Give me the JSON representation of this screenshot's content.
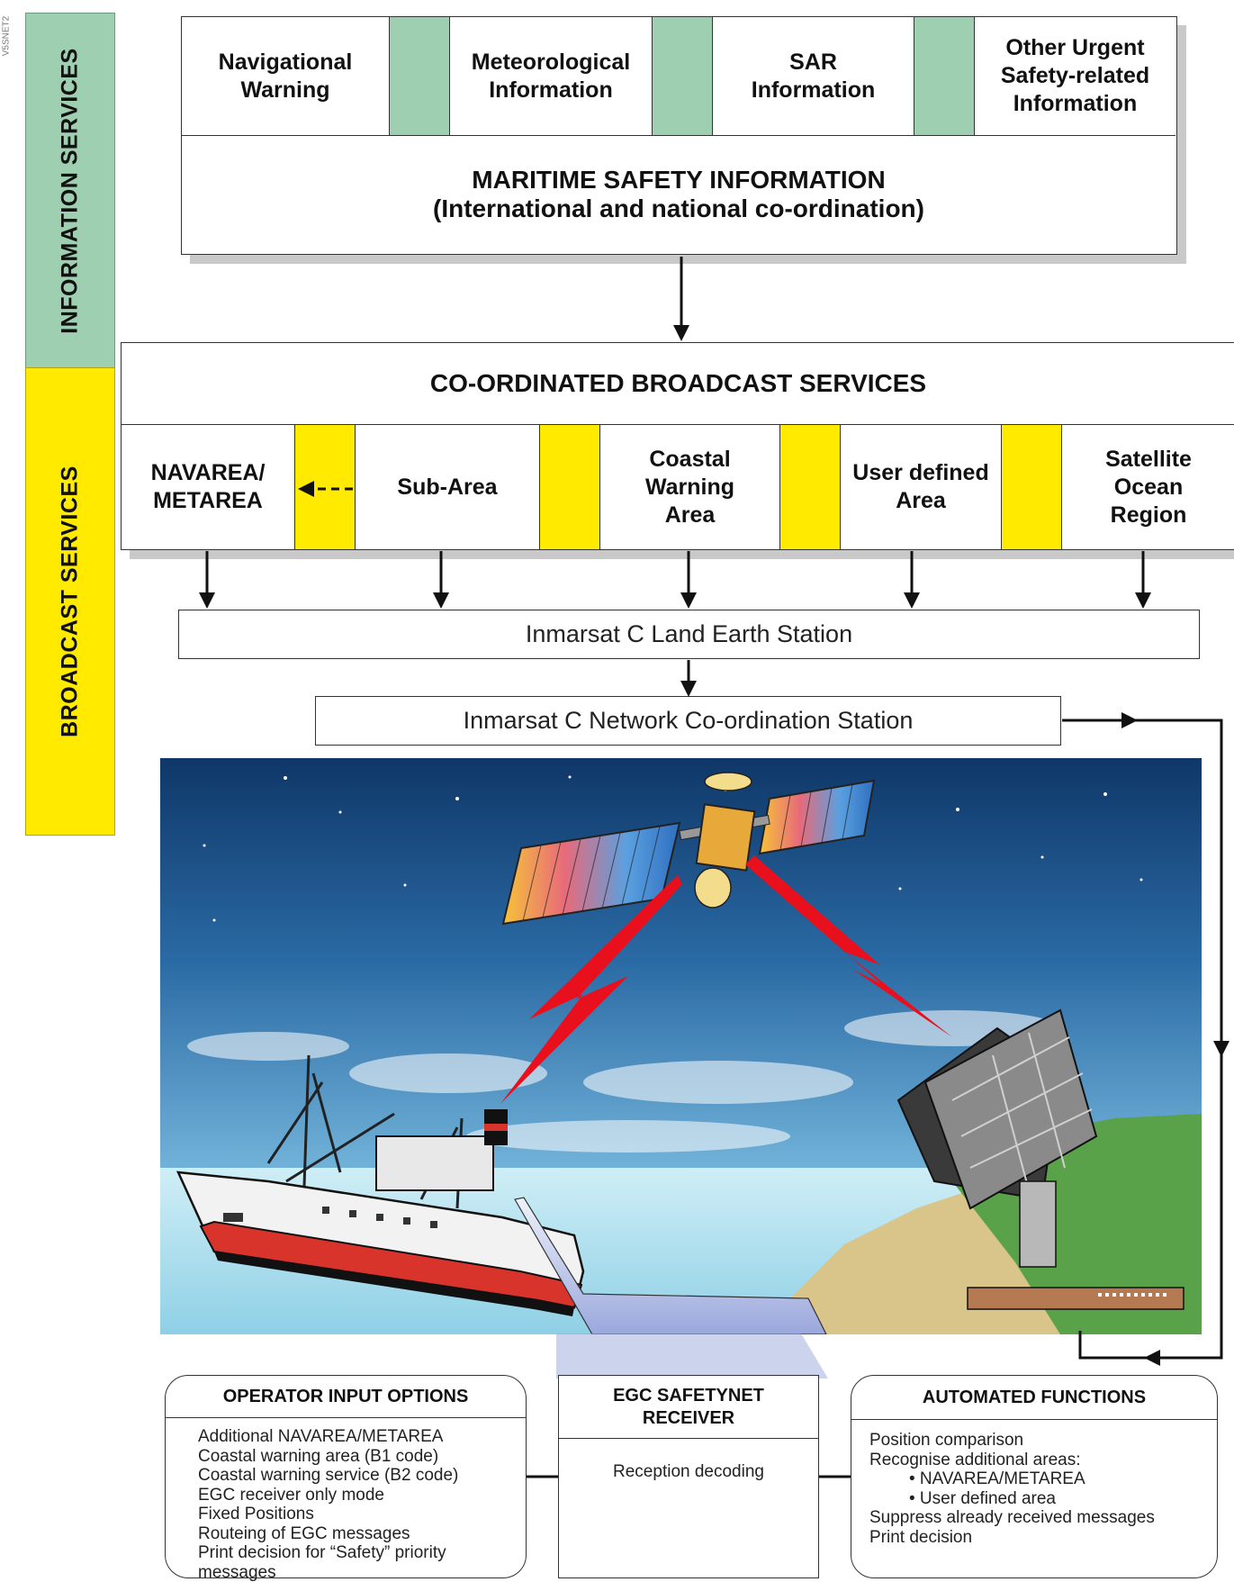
{
  "side_code": "V5SNET2",
  "side_labels": {
    "information": "INFORMATION SERVICES",
    "broadcast": "BROADCAST SERVICES"
  },
  "information_sources": [
    "Navigational\nWarning",
    "Meteorological\nInformation",
    "SAR\nInformation",
    "Other Urgent\nSafety-related\nInformation"
  ],
  "msi": {
    "title": "MARITIME SAFETY INFORMATION",
    "subtitle": "(International and national co-ordination)"
  },
  "broadcast": {
    "title": "CO-ORDINATED BROADCAST SERVICES",
    "areas": [
      "NAVAREA/\nMETAREA",
      "Sub-Area",
      "Coastal\nWarning\nArea",
      "User defined\nArea",
      "Satellite\nOcean\nRegion"
    ]
  },
  "stations": {
    "les": "Inmarsat C Land Earth Station",
    "ncs": "Inmarsat C Network Co-ordination Station"
  },
  "panels": {
    "operator": {
      "title": "OPERATOR INPUT OPTIONS",
      "items": [
        "Additional NAVAREA/METAREA",
        "Coastal warning area (B1 code)",
        "Coastal warning service (B2 code)",
        "EGC receiver only mode",
        "Fixed Positions",
        "Routeing of EGC messages",
        "Print decision for “Safety” priority messages"
      ]
    },
    "receiver": {
      "title": "EGC SAFETYNET\nRECEIVER",
      "body": "Reception decoding"
    },
    "automated": {
      "title": "AUTOMATED FUNCTIONS",
      "items": [
        "Position comparison",
        "Recognise additional areas:",
        "• NAVAREA/METAREA",
        "• User defined area",
        "Suppress already received messages",
        "Print decision"
      ]
    }
  },
  "colors": {
    "info_green": "#9ecfb0",
    "broadcast_yellow": "#ffea00",
    "lightning_red": "#e8101c",
    "sky_top": "#0f3768",
    "sky_bottom": "#a9d9ec"
  }
}
